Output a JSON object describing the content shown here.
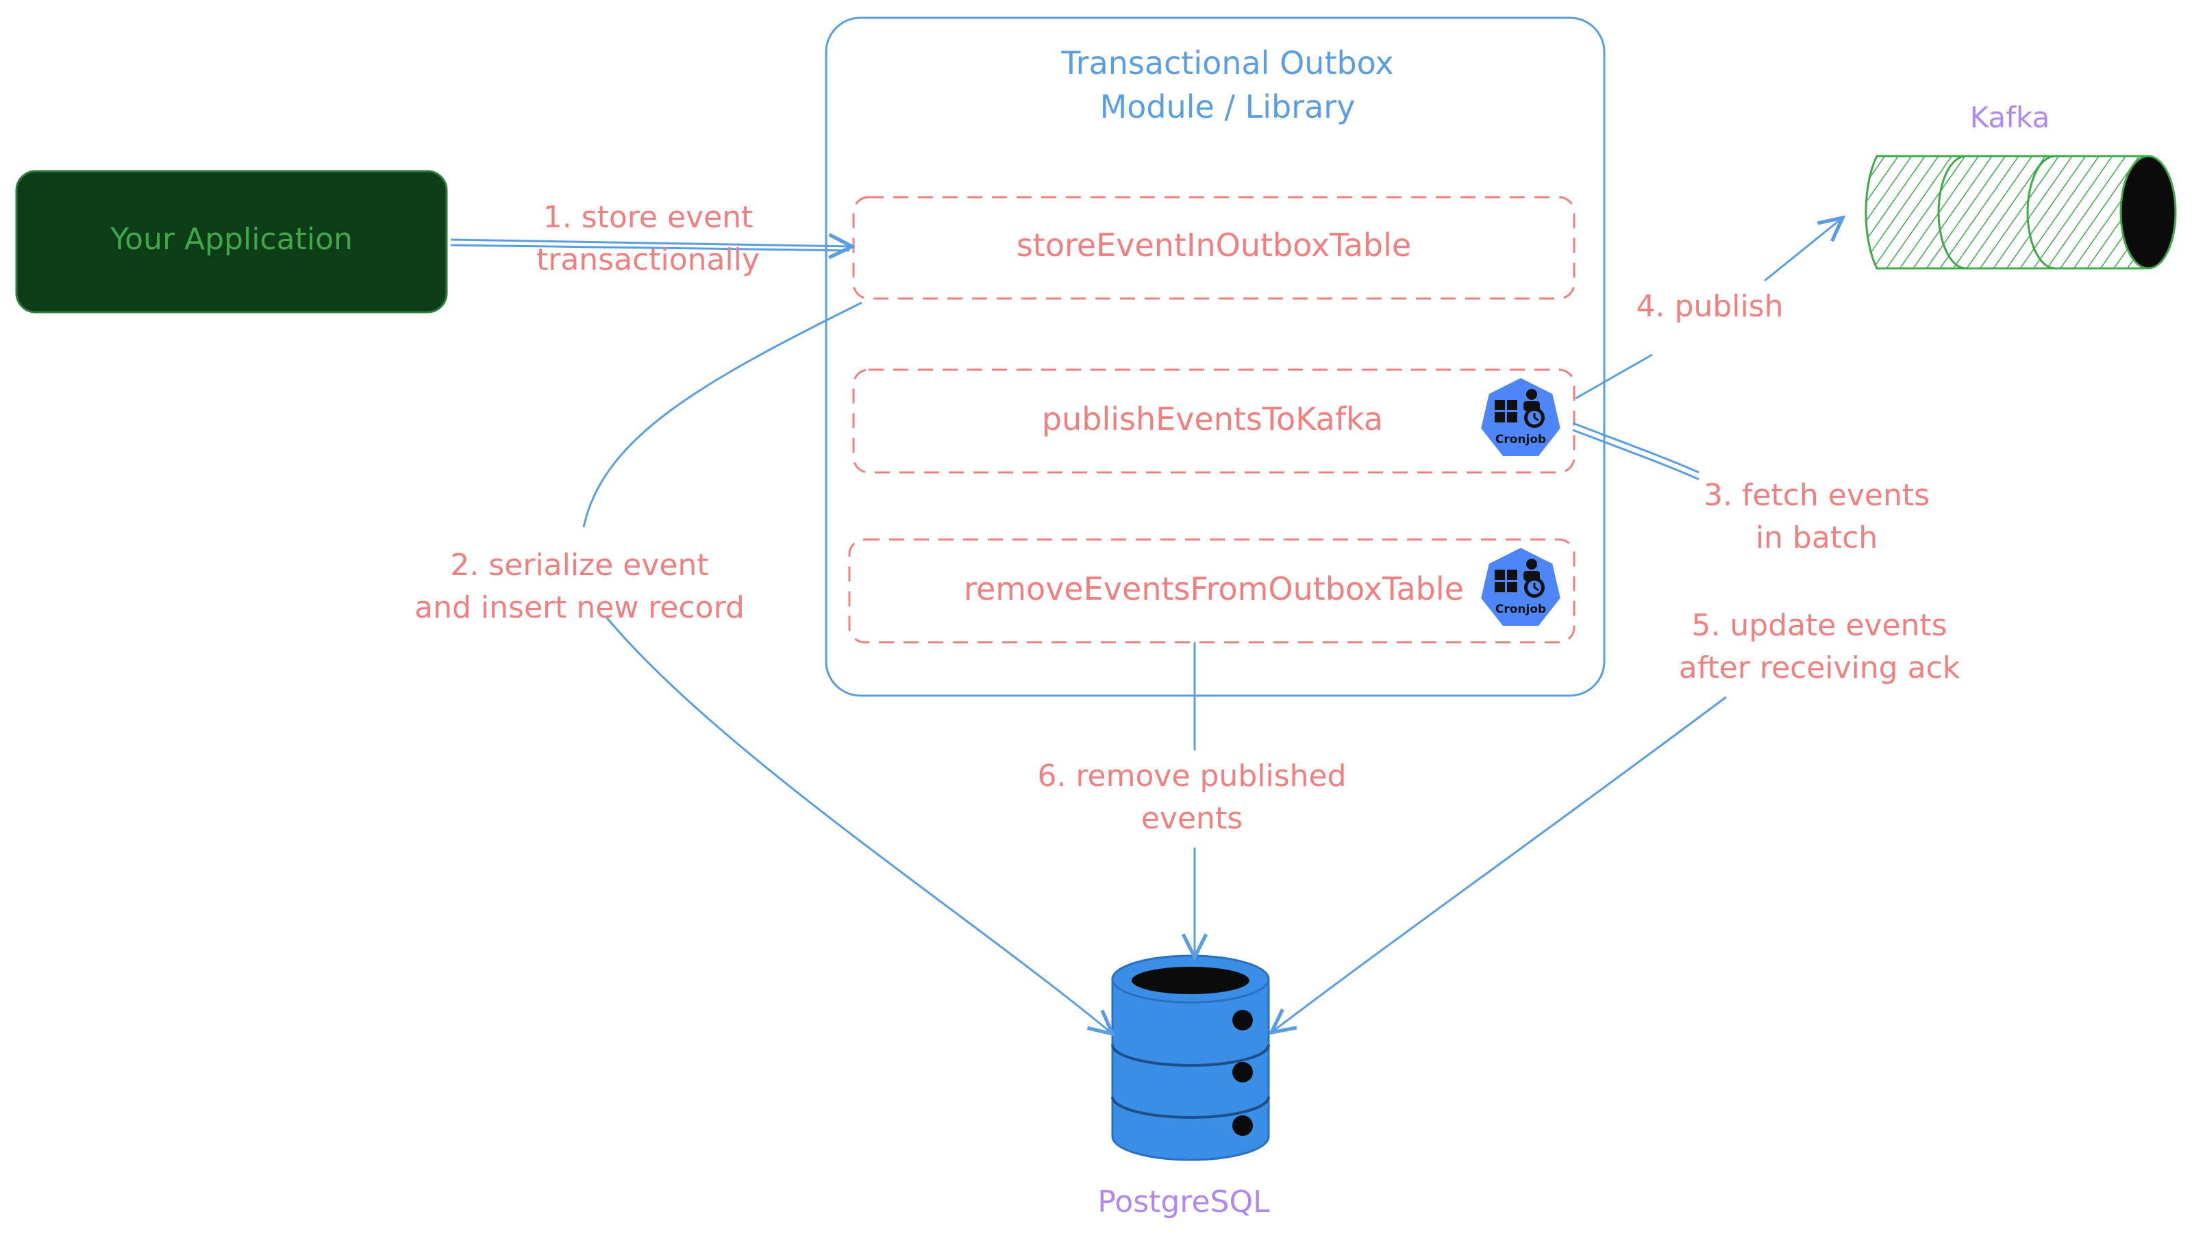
{
  "colors": {
    "blue": "#5b9ee0",
    "red": "#f08080",
    "green_fill": "#0d3d17",
    "green_text": "#3fa84a",
    "purple": "#b089ee",
    "db_blue": "#3a8ee6",
    "kafka_green": "#3fa84a",
    "cron_blue": "#4f86f7"
  },
  "app": {
    "label": "Your Application"
  },
  "outbox": {
    "title_line1": "Transactional Outbox",
    "title_line2": "Module / Library"
  },
  "modules": {
    "store": "storeEventInOutboxTable",
    "publish": "publishEventsToKafka",
    "remove": "removeEventsFromOutboxTable"
  },
  "cronjob": {
    "label": "Cronjob",
    "icon": "cronjob-icon"
  },
  "kafka": {
    "label": "Kafka",
    "icon": "kafka-cylinder-icon"
  },
  "postgres": {
    "label": "PostgreSQL",
    "icon": "database-icon"
  },
  "steps": {
    "s1_line1": "1. store event",
    "s1_line2": "transactionally",
    "s2_line1": "2. serialize event",
    "s2_line2": "and insert new record",
    "s3_line1": "3. fetch events",
    "s3_line2": "in batch",
    "s4": "4. publish",
    "s5_line1": "5. update events",
    "s5_line2": "after receiving ack",
    "s6_line1": "6. remove published",
    "s6_line2": "events"
  }
}
